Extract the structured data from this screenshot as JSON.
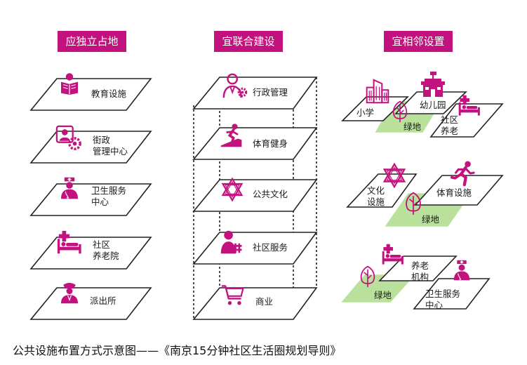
{
  "colors": {
    "accent": "#c2127e",
    "green": "#b9e19b",
    "outline": "#222222"
  },
  "columns": [
    {
      "title": "应独立占地"
    },
    {
      "title": "宜联合建设"
    },
    {
      "title": "宜相邻设置"
    }
  ],
  "independent": [
    {
      "label": "教育设施",
      "icon": "education-icon"
    },
    {
      "label": "街政\n管理中心",
      "icon": "street-admin-icon"
    },
    {
      "label": "卫生服务\n中心",
      "icon": "health-center-icon"
    },
    {
      "label": "社区\n养老院",
      "icon": "elderly-home-icon"
    },
    {
      "label": "派出所",
      "icon": "police-icon"
    }
  ],
  "combined": [
    {
      "label": "行政管理",
      "icon": "administration-icon"
    },
    {
      "label": "体育健身",
      "icon": "fitness-icon"
    },
    {
      "label": "公共文化",
      "icon": "culture-icon"
    },
    {
      "label": "社区服务",
      "icon": "community-service-icon"
    },
    {
      "label": "商业",
      "icon": "shopping-cart-icon"
    }
  ],
  "adjacent": {
    "group1": {
      "school": "小学",
      "kindergarten": "幼儿园",
      "elderly": "社区\n养老",
      "green": "绿地"
    },
    "group2": {
      "culture": "文化\n设施",
      "sports": "体育设施",
      "green": "绿地"
    },
    "group3": {
      "elderly": "养老\n机构",
      "green": "绿地",
      "health": "卫生服务\n中心"
    }
  },
  "caption": "公共设施布置方式示意图——《南京15分钟社区生活圈规划导则》"
}
